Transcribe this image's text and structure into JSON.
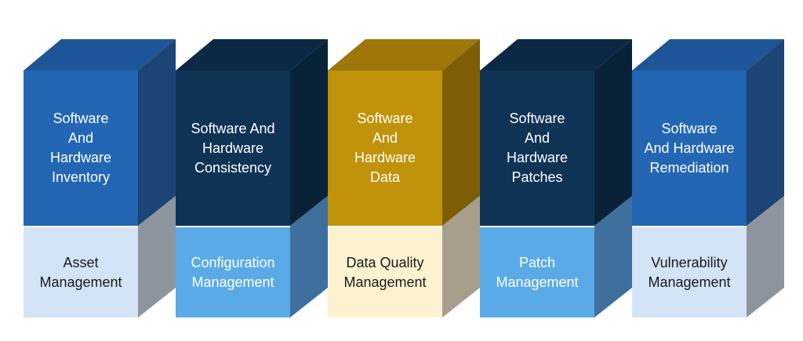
{
  "blocks": [
    {
      "top_lines": [
        "Software",
        "And",
        "Hardware",
        "Inventory"
      ],
      "bottom_lines": [
        "Asset",
        "Management"
      ],
      "colors": {
        "front_top": "#2366b4",
        "top_face": "#1e5498",
        "side_top": "#1c4474",
        "front_bottom": "#d4e4f7",
        "side_bottom": "#8c959e",
        "bottom_text": "#1a1a1a"
      }
    },
    {
      "top_lines": [
        "Software And",
        "Hardware",
        "Consistency"
      ],
      "bottom_lines": [
        "Configuration",
        "Management"
      ],
      "colors": {
        "front_top": "#0f3355",
        "top_face": "#0b2844",
        "side_top": "#082238",
        "front_bottom": "#5aaae8",
        "side_bottom": "#3f6f9c",
        "bottom_text": "#ffffff"
      }
    },
    {
      "top_lines": [
        "Software",
        "And",
        "Hardware",
        "Data"
      ],
      "bottom_lines": [
        "Data Quality",
        "Management"
      ],
      "colors": {
        "front_top": "#c0930b",
        "top_face": "#9d7709",
        "side_top": "#7d5e07",
        "front_bottom": "#fdf2d0",
        "side_bottom": "#a79f8c",
        "bottom_text": "#1a1a1a"
      }
    },
    {
      "top_lines": [
        "Software",
        "And",
        "Hardware",
        "Patches"
      ],
      "bottom_lines": [
        "Patch",
        "Management"
      ],
      "colors": {
        "front_top": "#0f3355",
        "top_face": "#0b2844",
        "side_top": "#082238",
        "front_bottom": "#5aaae8",
        "side_bottom": "#3f6f9c",
        "bottom_text": "#ffffff"
      }
    },
    {
      "top_lines": [
        "Software",
        "And Hardware",
        "Remediation"
      ],
      "bottom_lines": [
        "Vulnerability",
        "Management"
      ],
      "colors": {
        "front_top": "#2366b4",
        "top_face": "#1e5498",
        "side_top": "#1c4474",
        "front_bottom": "#d4e4f7",
        "side_bottom": "#8c959e",
        "bottom_text": "#1a1a1a"
      }
    }
  ]
}
